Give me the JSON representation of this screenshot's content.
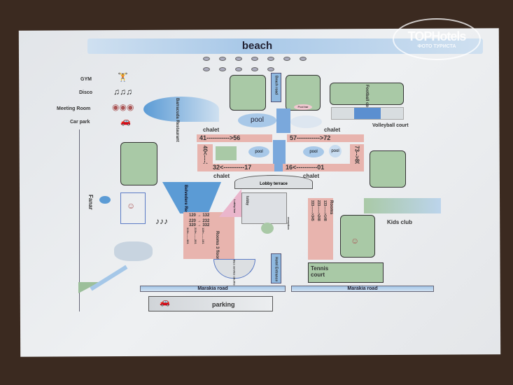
{
  "logo": {
    "brand": "TOPHotels",
    "subtitle": "ФОТО ТУРИСТА"
  },
  "map": {
    "beach": "beach",
    "legend": [
      {
        "label": "GYM",
        "icon": "gym-icon"
      },
      {
        "label": "Disco",
        "icon": "disco-icon"
      },
      {
        "label": "Meeting Room",
        "icon": "meeting-room-icon"
      },
      {
        "label": "Car park",
        "icon": "car-park-icon"
      }
    ],
    "barracuda": "Barracuda Restaurant",
    "beach_road": "Beach road",
    "pool_bar": "Pool bar",
    "football": "Football court",
    "volleyball": "Volleyball court",
    "pool": "pool",
    "pool_small": "pool",
    "chalet": "chalet",
    "rows": {
      "top_left": "41----------->56",
      "top_right": "57----------->72",
      "left": "40<----33",
      "right": "73-->80",
      "bottom_left": "32<----------17",
      "bottom_right": "16<----------01"
    },
    "lobby_terrace": "Lobby terrace",
    "belvedere": "Belvedere Restaurant",
    "fanar": "Fanar",
    "lobby": "lobby",
    "lobby_bar": "Lobby bar",
    "reception": "reception",
    "rooms_left": [
      "120 → 132",
      "220 → 232",
      "320 → 332"
    ],
    "rooms_left_vertical": [
      "319<------301",
      "219<------201",
      "119<------101"
    ],
    "rooms_3_floors": "Rooms 3 floors",
    "rooms_right_title": "Rooms",
    "rooms_right": [
      "133------>148",
      "233------>248",
      "333------>345"
    ],
    "kids_club": "Kids club",
    "tennis": "Tennis court",
    "bus": "Bus service shuttle",
    "hotel_entrance": "Hotel Entrance",
    "road": "Marakia road",
    "parking": "parking"
  }
}
